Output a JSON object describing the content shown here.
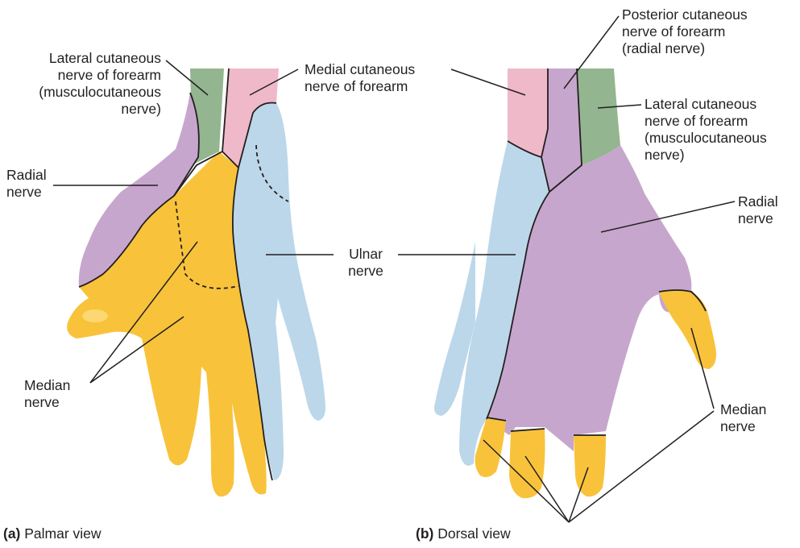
{
  "colors": {
    "median": "#f8c33b",
    "ulnar": "#bcd7ea",
    "radial": "#c7a6cd",
    "lateral_cutaneous": "#93b58f",
    "medial_cutaneous": "#efb9c9",
    "outline": "#231f20"
  },
  "palmar": {
    "labels": {
      "lateral_cutaneous": [
        "Lateral cutaneous",
        "nerve of forearm",
        "(musculocutaneous",
        "nerve)"
      ],
      "medial_cutaneous": [
        "Medial cutaneous",
        "nerve of forearm"
      ],
      "radial": [
        "Radial",
        "nerve"
      ],
      "median": [
        "Median",
        "nerve"
      ]
    },
    "caption": {
      "letter": "(a)",
      "text": " Palmar view"
    }
  },
  "shared": {
    "ulnar": [
      "Ulnar",
      "nerve"
    ]
  },
  "dorsal": {
    "labels": {
      "posterior_cutaneous": [
        "Posterior cutaneous",
        "nerve of forearm",
        "(radial nerve)"
      ],
      "lateral_cutaneous": [
        "Lateral cutaneous",
        "nerve of forearm",
        "(musculocutaneous",
        "nerve)"
      ],
      "radial": [
        "Radial",
        "nerve"
      ],
      "median": [
        "Median",
        "nerve"
      ]
    },
    "caption": {
      "letter": "(b)",
      "text": " Dorsal view"
    }
  }
}
